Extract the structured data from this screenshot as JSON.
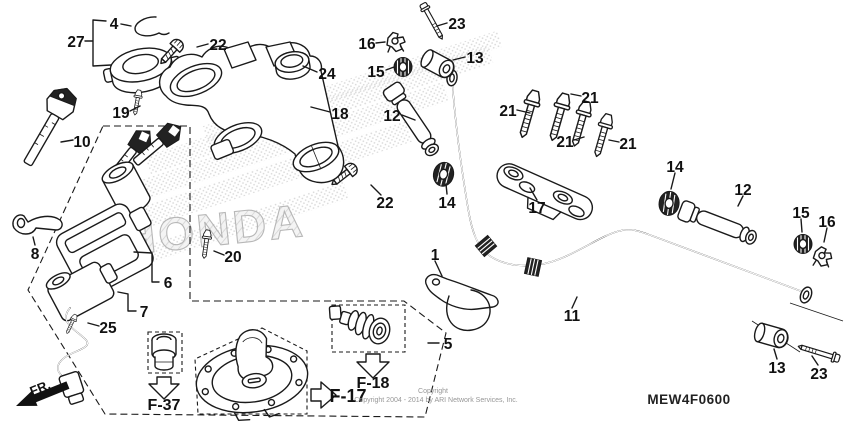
{
  "diagram": {
    "code": "MEW4F0600",
    "watermark": "HONDA",
    "fr_label": "FR.",
    "copyright_line1": "Copyright",
    "copyright_line2": "Copyright 2004 - 2014 by ARI Network Services, Inc.",
    "colors": {
      "line": "#1a1a1a",
      "background": "#ffffff",
      "watermark_stroke": "#b0b0b0",
      "copyright_text": "#979797"
    }
  },
  "callouts": [
    {
      "part": "4"
    },
    {
      "part": "27"
    },
    {
      "part": "22"
    },
    {
      "part": "24"
    },
    {
      "part": "18"
    },
    {
      "part": "19"
    },
    {
      "part": "10"
    },
    {
      "part": "16"
    },
    {
      "part": "15"
    },
    {
      "part": "23"
    },
    {
      "part": "13"
    },
    {
      "part": "12"
    },
    {
      "part": "22"
    },
    {
      "part": "14"
    },
    {
      "part": "20"
    },
    {
      "part": "21"
    },
    {
      "part": "21"
    },
    {
      "part": "21"
    },
    {
      "part": "21"
    },
    {
      "part": "17"
    },
    {
      "part": "14"
    },
    {
      "part": "12"
    },
    {
      "part": "15"
    },
    {
      "part": "16"
    },
    {
      "part": "11"
    },
    {
      "part": "1"
    },
    {
      "part": "5"
    },
    {
      "part": "6"
    },
    {
      "part": "7"
    },
    {
      "part": "25"
    },
    {
      "part": "8"
    },
    {
      "part": "13"
    },
    {
      "part": "23"
    }
  ],
  "refs": [
    {
      "label": "F-37"
    },
    {
      "label": "F-17"
    },
    {
      "label": "F-18"
    }
  ]
}
